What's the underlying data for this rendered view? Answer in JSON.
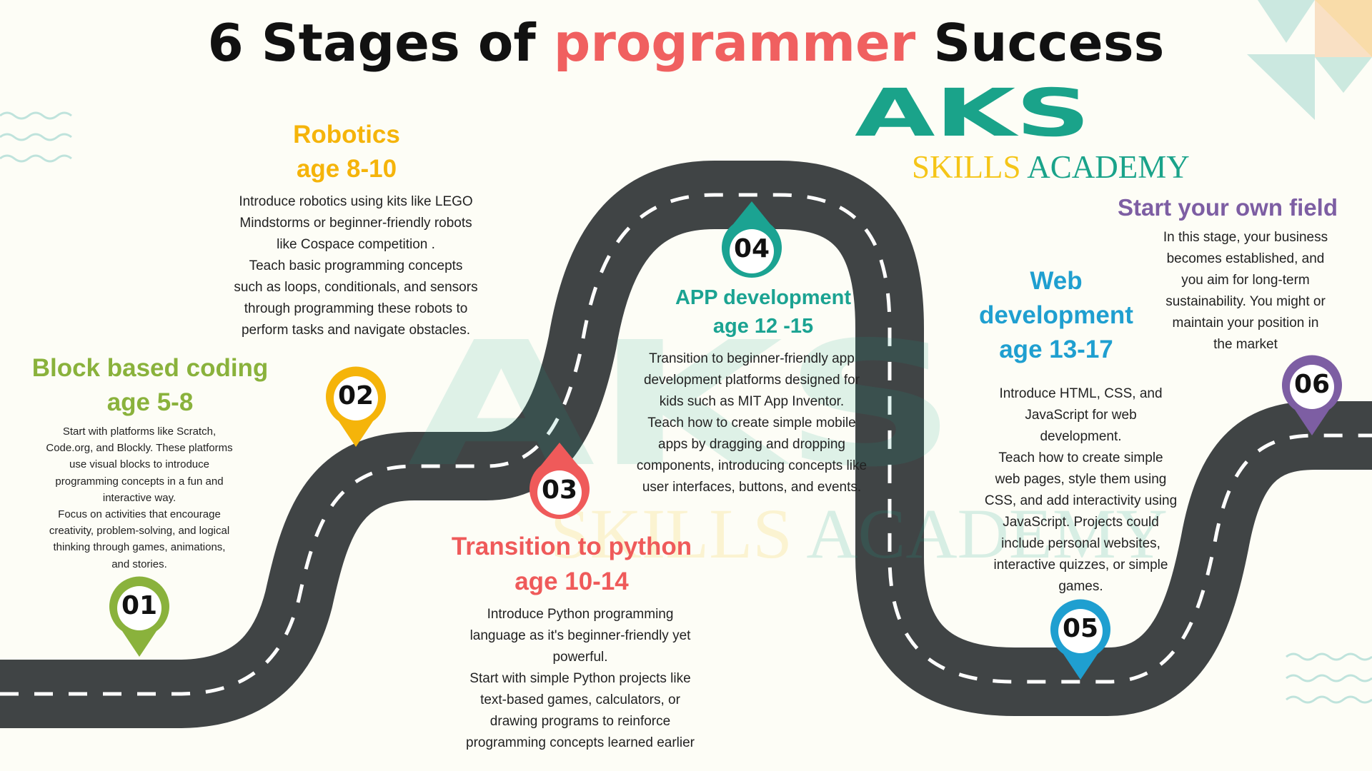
{
  "title": {
    "part1": "6 Stages of",
    "highlight": "programmer",
    "part2": "Success"
  },
  "logo": {
    "letters": "AKS",
    "sub_word1": "SKILLS",
    "sub_word2": "ACADEMY"
  },
  "watermark": {
    "letters": "AKS",
    "sub_word1": "SKILLS",
    "sub_word2": "ACADEMY"
  },
  "colors": {
    "background": "#fdfdf6",
    "road": "#404445",
    "road_dash": "#ffffff",
    "stage1": "#8ab23c",
    "stage2": "#f5b40a",
    "stage3": "#ef5a5a",
    "stage4": "#1ba392",
    "stage5": "#1f9fd0",
    "stage6": "#7d5ea3",
    "logo_teal": "#1aa38a",
    "logo_gold": "#f5c518"
  },
  "stages": [
    {
      "number": "01",
      "title_lines": [
        "Block based coding",
        "age 5-8"
      ],
      "desc_lines": [
        "Start with platforms like Scratch,",
        "Code.org, and Blockly. These platforms",
        "use visual blocks to introduce",
        "programming concepts in a fun and",
        "interactive way.",
        "Focus on activities that encourage",
        "creativity, problem-solving, and logical",
        "thinking through games, animations,",
        "and stories."
      ]
    },
    {
      "number": "02",
      "title_lines": [
        "Robotics",
        "age 8-10"
      ],
      "desc_lines": [
        "Introduce robotics using kits like LEGO",
        "Mindstorms or beginner-friendly robots",
        "like Cospace competition .",
        "Teach basic programming concepts",
        "such as loops, conditionals, and sensors",
        "through programming these robots to",
        "perform tasks and navigate obstacles."
      ]
    },
    {
      "number": "03",
      "title_lines": [
        "Transition to python",
        "age 10-14"
      ],
      "desc_lines": [
        "Introduce Python programming",
        "language as it's beginner-friendly yet",
        "powerful.",
        "Start with simple Python projects like",
        "text-based games, calculators, or",
        "drawing programs to reinforce",
        "programming concepts learned earlier"
      ]
    },
    {
      "number": "04",
      "title_lines": [
        "APP development",
        "age 12 -15"
      ],
      "desc_lines": [
        "Transition to beginner-friendly app",
        "development platforms designed for",
        "kids such as MIT App Inventor.",
        "Teach how to create simple mobile",
        "apps by dragging and dropping",
        "components, introducing concepts like",
        "user interfaces, buttons, and events."
      ]
    },
    {
      "number": "05",
      "title_lines": [
        "Web",
        "development",
        "age 13-17"
      ],
      "desc_lines": [
        "Introduce HTML, CSS, and",
        "JavaScript for web",
        "development.",
        "Teach how to create simple",
        "web pages, style them using",
        "CSS, and add interactivity using",
        "JavaScript. Projects could",
        "include personal websites,",
        "interactive quizzes, or simple",
        "games."
      ]
    },
    {
      "number": "06",
      "title_lines": [
        "Start your own field"
      ],
      "desc_lines": [
        "In this stage, your business",
        "becomes established, and",
        "you aim for long-term",
        "sustainability. You might or",
        "maintain your position in",
        "the market"
      ]
    }
  ]
}
